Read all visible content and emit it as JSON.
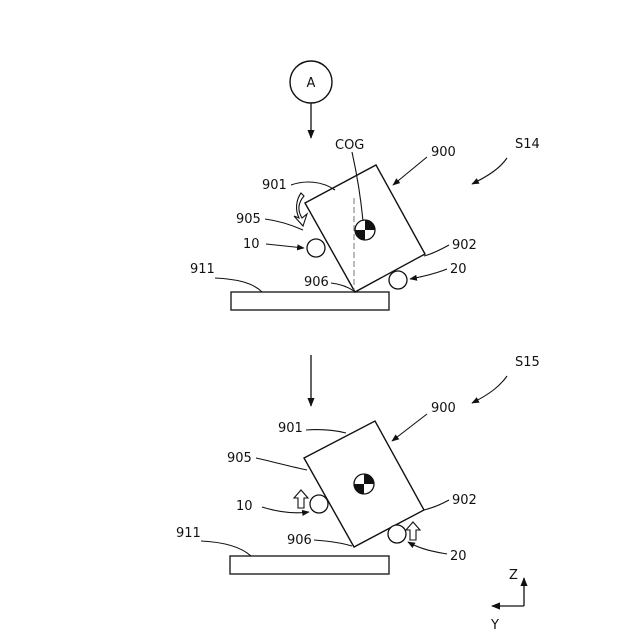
{
  "circle_label": "A",
  "steps": {
    "upper": {
      "step": "S14",
      "cog": "COG",
      "body": "900",
      "top_corner": "901",
      "side_face": "905",
      "left_roller": "10",
      "base": "911",
      "bottom_corner": "906",
      "right_corner": "902",
      "right_roller": "20"
    },
    "lower": {
      "step": "S15",
      "body": "900",
      "top_corner": "901",
      "side_face": "905",
      "left_roller": "10",
      "base": "911",
      "bottom_corner": "906",
      "right_corner": "902",
      "right_roller": "20"
    }
  },
  "axes": {
    "z": "Z",
    "y": "Y"
  }
}
